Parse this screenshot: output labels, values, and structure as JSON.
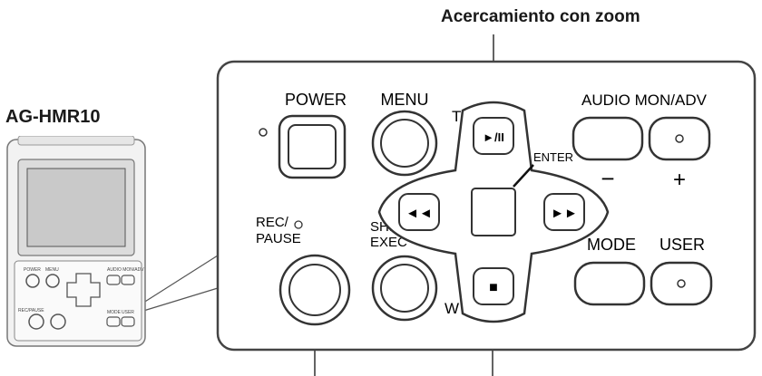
{
  "callout_top": "Acercamiento con zoom",
  "device_model": "AG-HMR10",
  "buttons": {
    "power": "POWER",
    "menu": "MENU",
    "rec_pause_line1": "REC/",
    "rec_pause_line2": "PAUSE",
    "shift_exec_line1": "SHIFT/",
    "shift_exec_line2": "EXEC",
    "audio_mon_adv": "AUDIO MON/ADV",
    "minus": "−",
    "plus": "+",
    "mode": "MODE",
    "user": "USER",
    "enter": "ENTER",
    "tele": "T",
    "wide": "W",
    "play_pause": "►/II",
    "rewind": "◄◄",
    "fast_forward": "►►",
    "stop": "■"
  },
  "thumbnail_labels": {
    "audio": "AUDIO MON/ADV",
    "power": "POWER",
    "menu": "MENU",
    "mode": "MODE",
    "user": "USER",
    "rec": "REC/PAUSE"
  },
  "icons": [
    "led-indicator-icon",
    "play-pause-icon",
    "rewind-icon",
    "fast-forward-icon",
    "stop-icon",
    "small-circle-icon"
  ]
}
